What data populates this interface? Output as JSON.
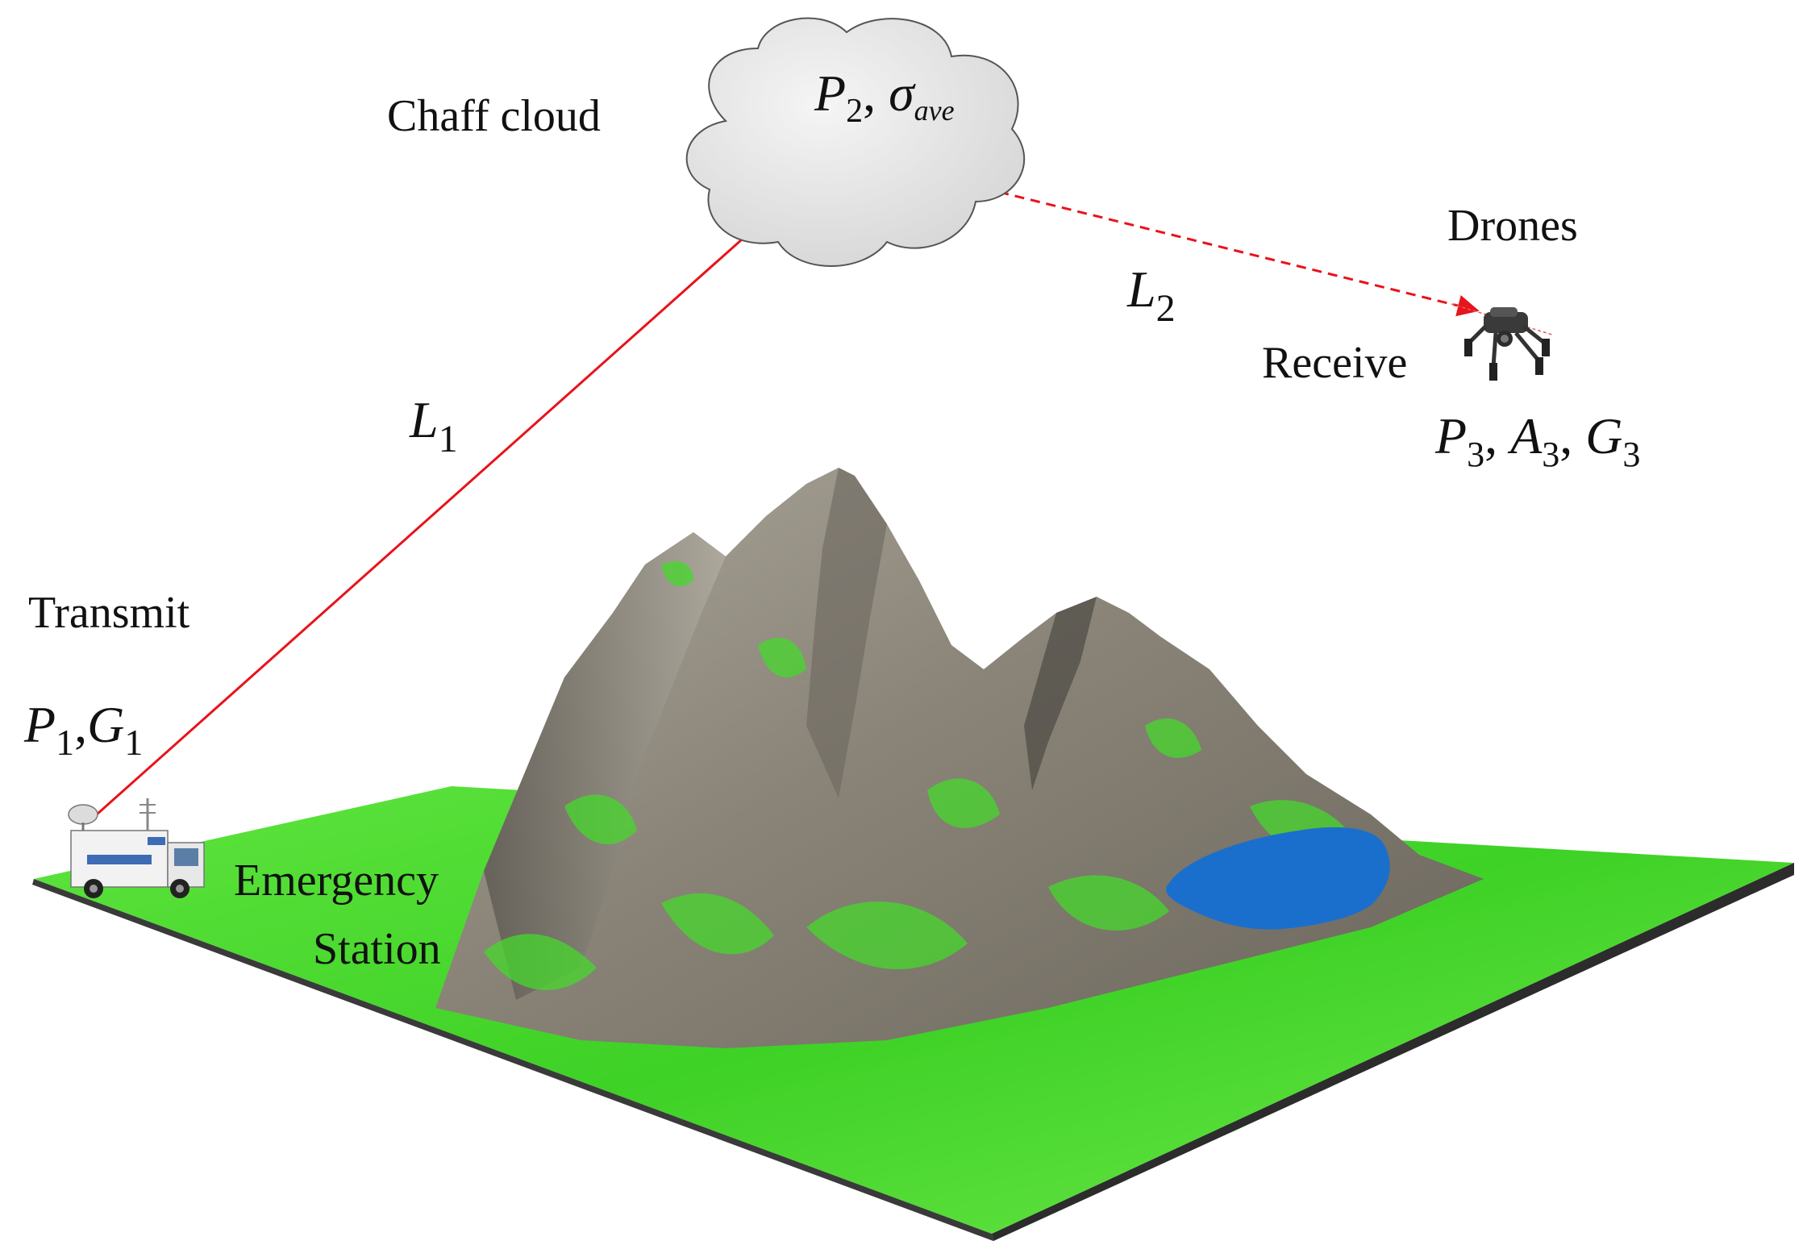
{
  "labels": {
    "chaff_cloud": "Chaff cloud",
    "drones": "Drones",
    "receive": "Receive",
    "transmit": "Transmit",
    "emergency_station_line1": "Emergency",
    "emergency_station_line2": "Station"
  },
  "symbols": {
    "cloud_params": {
      "p": "P",
      "p_sub": "2",
      "sep": ", ",
      "sigma": "σ",
      "sigma_sub": "ave"
    },
    "l1": {
      "main": "L",
      "sub": "1"
    },
    "l2": {
      "main": "L",
      "sub": "2"
    },
    "transmit_params": {
      "p": "P",
      "p_sub": "1",
      "sep": ",",
      "g": "G",
      "g_sub": "1"
    },
    "drone_params": {
      "p": "P",
      "p_sub": "3",
      "sep1": ", ",
      "a": "A",
      "a_sub": "3",
      "sep2": ", ",
      "g": "G",
      "g_sub": "3"
    }
  },
  "icons": {
    "cloud": "cloud-icon",
    "drone": "drone-icon",
    "truck": "emergency-truck-icon",
    "mountain": "mountain-terrain",
    "lake": "lake-shape"
  },
  "colors": {
    "signal_line": "#e8131b",
    "lake": "#1b6fcc",
    "terrain_green": "#3fd92a",
    "rock": "#8d877c",
    "cloud_fill": "#e4e4e4",
    "cloud_stroke": "#555555"
  }
}
